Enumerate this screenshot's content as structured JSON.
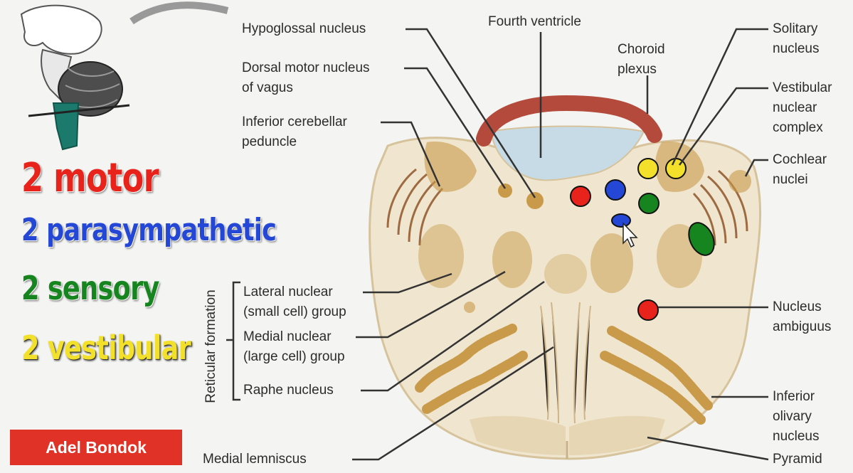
{
  "legend": {
    "motor": "2 motor",
    "parasympathetic": "2 parasympathetic",
    "sensory": "2 sensory",
    "vestibular": "2 vestibular"
  },
  "colors": {
    "motor": "#e8231b",
    "parasympathetic": "#2447d6",
    "sensory": "#17851f",
    "vestibular": "#f2e02a",
    "choroid": "#b34a3c",
    "ventricle": "#c7dbe6",
    "tissue": "#f0e6cf",
    "nucleus": "#c89a4a"
  },
  "labels": {
    "hypoglossal": "Hypoglossal nucleus",
    "dorsal_motor": "Dorsal motor nucleus\nof vagus",
    "inferior_cerebellar": "Inferior cerebellar\npeduncle",
    "fourth_ventricle": "Fourth ventricle",
    "choroid_plexus": "Choroid\nplexus",
    "solitary": "Solitary\nnucleus",
    "vestibular_complex": "Vestibular\nnuclear\ncomplex",
    "cochlear": "Cochlear\nnuclei",
    "reticular_formation": "Reticular formation",
    "lateral_nuclear": "Lateral nuclear\n(small cell) group",
    "medial_nuclear": "Medial nuclear\n(large cell) group",
    "raphe": "Raphe nucleus",
    "nucleus_ambiguus": "Nucleus\nambiguus",
    "inferior_olivary": "Inferior\nolivary\nnucleus",
    "pyramid": "Pyramid",
    "medial_lemniscus": "Medial lemniscus"
  },
  "author": "Adel Bondok"
}
